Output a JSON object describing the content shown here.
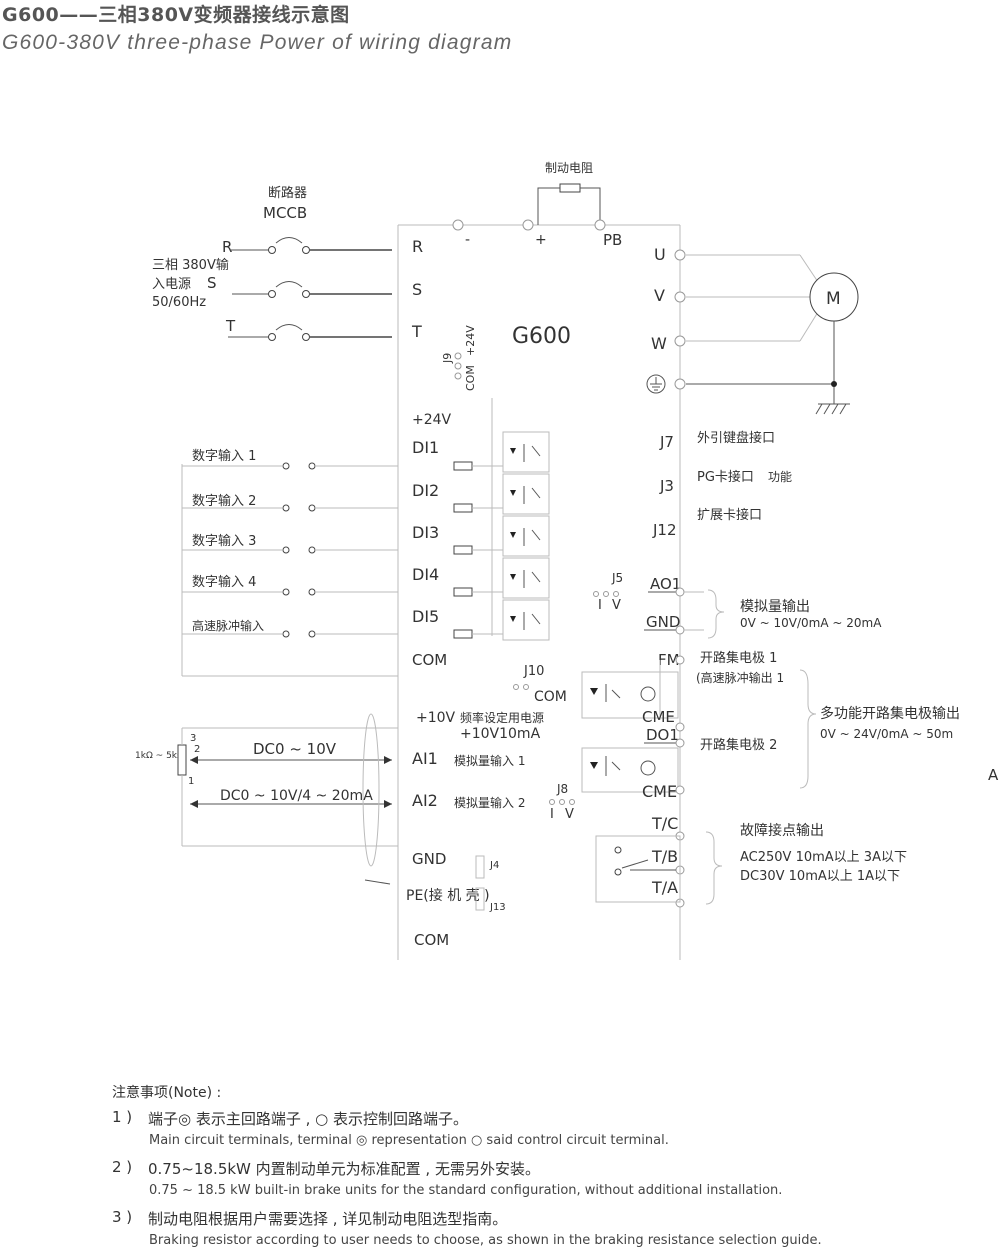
{
  "header": {
    "title_cn": "G600——三相380V变频器接线示意图",
    "title_en": "G600-380V three-phase Power of wiring diagram"
  },
  "diagram": {
    "model": "G600",
    "brake_resistor": "制动电阻",
    "breaker_cn": "断路器",
    "breaker_en": "MCCB",
    "power_input": [
      "三相 380V输",
      "入电源",
      "50/60Hz"
    ],
    "input_phases": [
      "R",
      "S",
      "T"
    ],
    "input_terminals": [
      "R",
      "S",
      "T"
    ],
    "dc_bus": [
      "-",
      "+",
      "PB"
    ],
    "output_terminals": [
      "U",
      "V",
      "W"
    ],
    "motor": "M",
    "jumper_j9": "J9",
    "jumper_j9_opts": [
      "COM",
      "+24V"
    ],
    "plus24v": "+24V",
    "digital_inputs": [
      {
        "label": "数字输入 1",
        "terminal": "DI1"
      },
      {
        "label": "数字输入 2",
        "terminal": "DI2"
      },
      {
        "label": "数字输入 3",
        "terminal": "DI3"
      },
      {
        "label": "数字输入 4",
        "terminal": "DI4"
      },
      {
        "label": "高速脉冲输入",
        "terminal": "DI5"
      }
    ],
    "com": "COM",
    "right_connectors": [
      {
        "id": "J7",
        "label": "外引键盘接口"
      },
      {
        "id": "J3",
        "label": "PG卡接口",
        "extra": "功能"
      },
      {
        "id": "J12",
        "label": "扩展卡接口"
      }
    ],
    "j5": "J5",
    "iv": [
      "I",
      "V"
    ],
    "ao1": "AO1",
    "gnd": "GND",
    "analog_out_label": "模拟量输出",
    "analog_out_range": "0V ~ 10V/0mA ~ 20mA",
    "fm": "FM",
    "oc1_label": "开路集电极 1",
    "oc1_sub": "(高速脉冲输出 1",
    "multi_oc_label": "多功能开路集电极输出",
    "multi_oc_range": "0V ~ 24V/0mA ~ 50m",
    "j10": "J10",
    "com2": "COM",
    "cme": "CME",
    "do1": "DO1",
    "oc2_label": "开路集电极 2",
    "plus10v": "+10V",
    "plus10v_desc": "频率设定用电源",
    "plus10v_spec": "+10V10mA",
    "pot_pins": [
      "3",
      "2",
      "1"
    ],
    "pot_value": "1kΩ ~ 5kΩ",
    "dc_range_1": "DC0 ~ 10V",
    "ai1": "AI1",
    "ai1_desc": "模拟量输入 1",
    "j8": "J8",
    "dc_range_2": "DC0 ~ 10V/4 ~ 20mA",
    "ai2": "AI2",
    "ai2_desc": "模拟量输入 2",
    "cme2": "CME",
    "relay_terminals": [
      "T/C",
      "T/B",
      "T/A"
    ],
    "fault_label": "故障接点输出",
    "fault_spec_ac": "AC250V 10mA以上 3A以下",
    "fault_spec_dc": "DC30V 10mA以上 1A以下",
    "gnd2": "GND",
    "j4": "J4",
    "pe": "PE(接 机 壳 )",
    "j13": "J13",
    "com3": "COM",
    "side_mark": "A"
  },
  "notes": {
    "heading": "注意事项(Note) :",
    "items": [
      {
        "num": "1 )",
        "cn": "端子◎ 表示主回路端子 , ○ 表示控制回路端子。",
        "en": "Main circuit terminals, terminal ◎ representation ○ said control circuit terminal."
      },
      {
        "num": "2 )",
        "cn": "0.75~18.5kW 内置制动单元为标准配置 , 无需另外安装。",
        "en": "0.75 ~ 18.5 kW built-in brake units for the standard configuration, without additional installation."
      },
      {
        "num": "3 )",
        "cn": "制动电阻根据用户需要选择 , 详见制动电阻选型指南。",
        "en": "Braking resistor according to user needs to choose, as shown in the braking resistance selection guide."
      }
    ]
  }
}
